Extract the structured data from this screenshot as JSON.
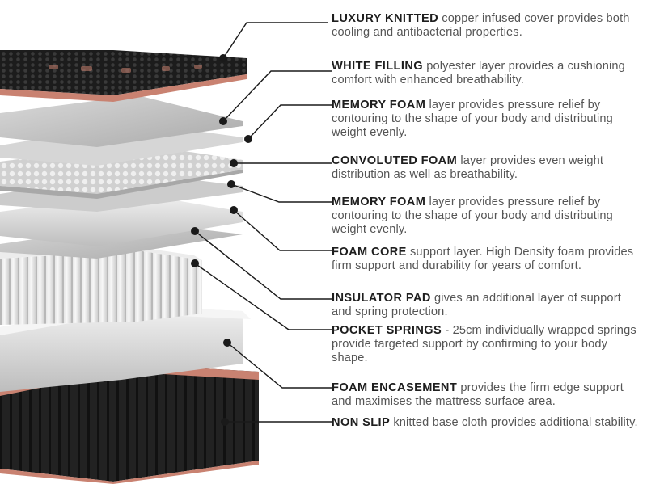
{
  "layers": [
    {
      "title": "LUXURY KNITTED",
      "text": " copper infused cover provides both cooling and antibacterial properties."
    },
    {
      "title": "WHITE FILLING",
      "text": " polyester layer provides a cushioning comfort with enhanced breathability."
    },
    {
      "title": "MEMORY FOAM",
      "text": " layer provides pressure relief by contouring to the shape of your body and distributing weight evenly."
    },
    {
      "title": "CONVOLUTED FOAM",
      "text": " layer provides even weight distribution as well as breathability."
    },
    {
      "title": "MEMORY FOAM",
      "text": " layer provides pressure relief by contouring to the shape of your body and distributing weight evenly."
    },
    {
      "title": "FOAM CORE",
      "text": " support layer. High Density foam provides firm support and durability for years of comfort."
    },
    {
      "title": "INSULATOR PAD",
      "text": " gives an additional layer of support and spring protection."
    },
    {
      "title": "POCKET SPRINGS",
      "text": " - 25cm individually wrapped springs provide targeted support by confirming to your body shape."
    },
    {
      "title": "FOAM ENCASEMENT",
      "text": " provides the firm edge support and maximises the mattress surface area."
    },
    {
      "title": "NON SLIP",
      "text": " knitted base cloth provides additional stability."
    }
  ],
  "colors": {
    "copper": "#c98271",
    "knit_dark": "#1c1c1c",
    "foam_light": "#e6e6e6",
    "foam_mid": "#c8c8c8",
    "leader": "#1a1a1a",
    "label_text": "#555555",
    "title_text": "#1e1e1e"
  }
}
